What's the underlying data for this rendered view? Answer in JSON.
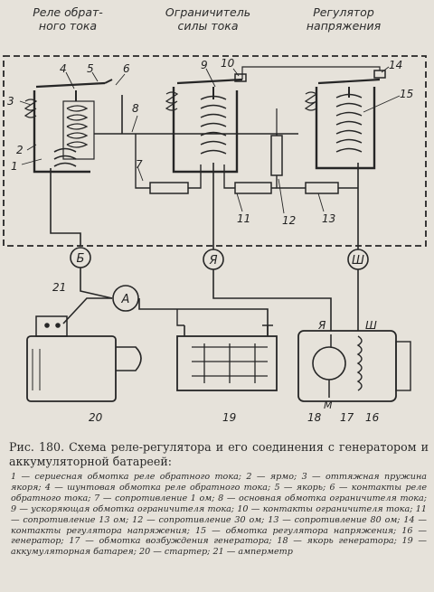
{
  "headers": {
    "relay": [
      "Реле обрат-",
      "ного тока"
    ],
    "limiter": [
      "Ограничитель",
      "силы тока"
    ],
    "regulator": [
      "Регулятор",
      "напряжения"
    ]
  },
  "callouts": {
    "n1": "1",
    "n2": "2",
    "n3": "3",
    "n4": "4",
    "n5": "5",
    "n6": "6",
    "n7": "7",
    "n8": "8",
    "n9": "9",
    "n10": "10",
    "n11": "11",
    "n12": "12",
    "n13": "13",
    "n14": "14",
    "n15": "15",
    "n16": "16",
    "n17": "17",
    "n18": "18",
    "n19": "19",
    "n20": "20",
    "n21": "21"
  },
  "terminals": {
    "b": "Б",
    "ya": "Я",
    "sh": "Ш"
  },
  "ammeter_letter": "А",
  "generator_terminals": {
    "ya": "Я",
    "sh": "Ш",
    "m": "М"
  },
  "caption": "Рис. 180. Схема реле-регулятора и его соединения с генератором и аккумуляторной батареей:",
  "legend": [
    "1 — сериесная обмотка реле обратного тока;",
    "2 — ярмо;",
    "3 — оттяжная пружина якоря;",
    "4 — шунтовая обмотка реле обратного тока;",
    "5 — якорь;",
    "6 — контакты реле обратного тока;",
    "7 — сопротивление 1 ом;",
    "8 — основная обмотка ограничителя тока;",
    "9 — ускоряющая обмотка ограничителя тока;",
    "10 — контакты ограничителя тока;",
    "11 — сопротивление 13 ом;",
    "12 — сопротивление 30 ом;",
    "13 — сопротивление 80 ом;",
    "14 — контакты регулятора напряжения;",
    "15 — обмотка регулятора напряжения;",
    "16 — генератор;",
    "17 — обмотка возбуждения генератора;",
    "18 — якорь генератора;",
    "19 — аккумуляторная батарея;",
    "20 — стартер;",
    "21 — амперметр"
  ]
}
